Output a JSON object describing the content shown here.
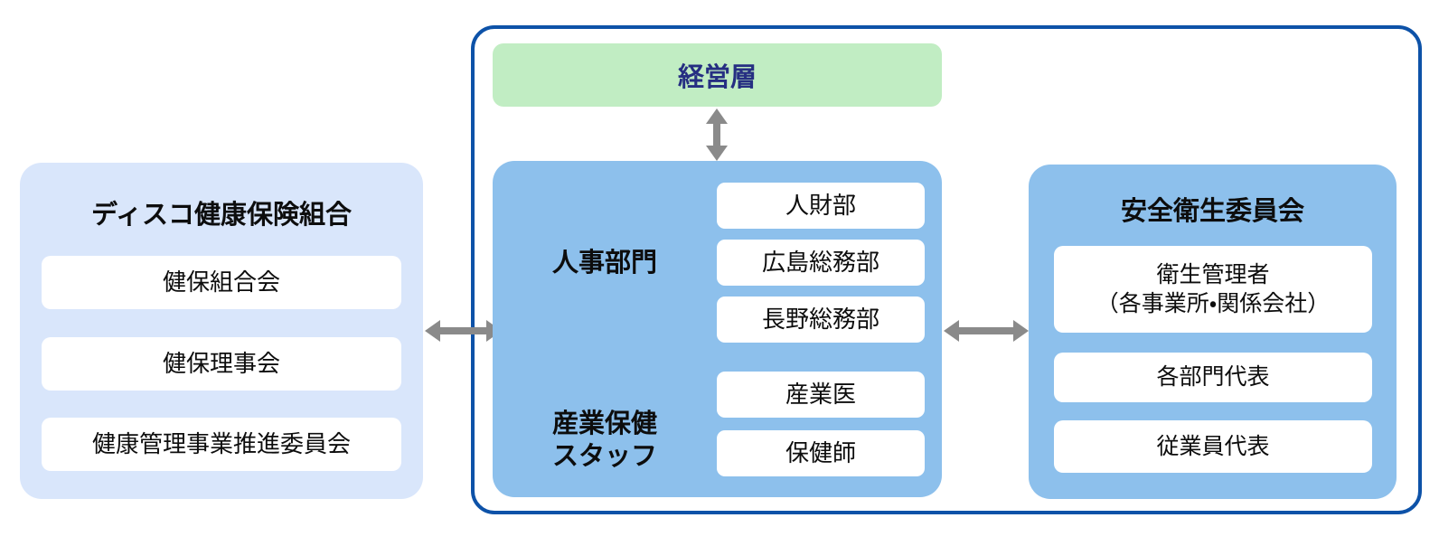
{
  "diagram": {
    "colors": {
      "container_border": "#0d52a8",
      "left_panel_bg": "#d9e6fb",
      "blue_panel_bg": "#8dc0ec",
      "management_bg": "#c1edc3",
      "management_text": "#262f82",
      "arrow": "#8a8a8a",
      "subbox_bg": "#ffffff",
      "text": "#0d0d0d"
    },
    "management_box": {
      "label": "経営層"
    },
    "left_panel": {
      "title": "ディスコ健康保険組合",
      "items": [
        "健保組合会",
        "健保理事会",
        "健康管理事業推進委員会"
      ]
    },
    "center_panel": {
      "groups": [
        {
          "label": "人事部門",
          "items": [
            "人財部",
            "広島総務部",
            "長野総務部"
          ]
        },
        {
          "label": "産業保健\nスタッフ",
          "items": [
            "産業医",
            "保健師"
          ]
        }
      ]
    },
    "right_panel": {
      "title": "安全衛生委員会",
      "items": [
        "衛生管理者\n（各事業所・関係会社）",
        "各部門代表",
        "従業員代表"
      ]
    }
  }
}
